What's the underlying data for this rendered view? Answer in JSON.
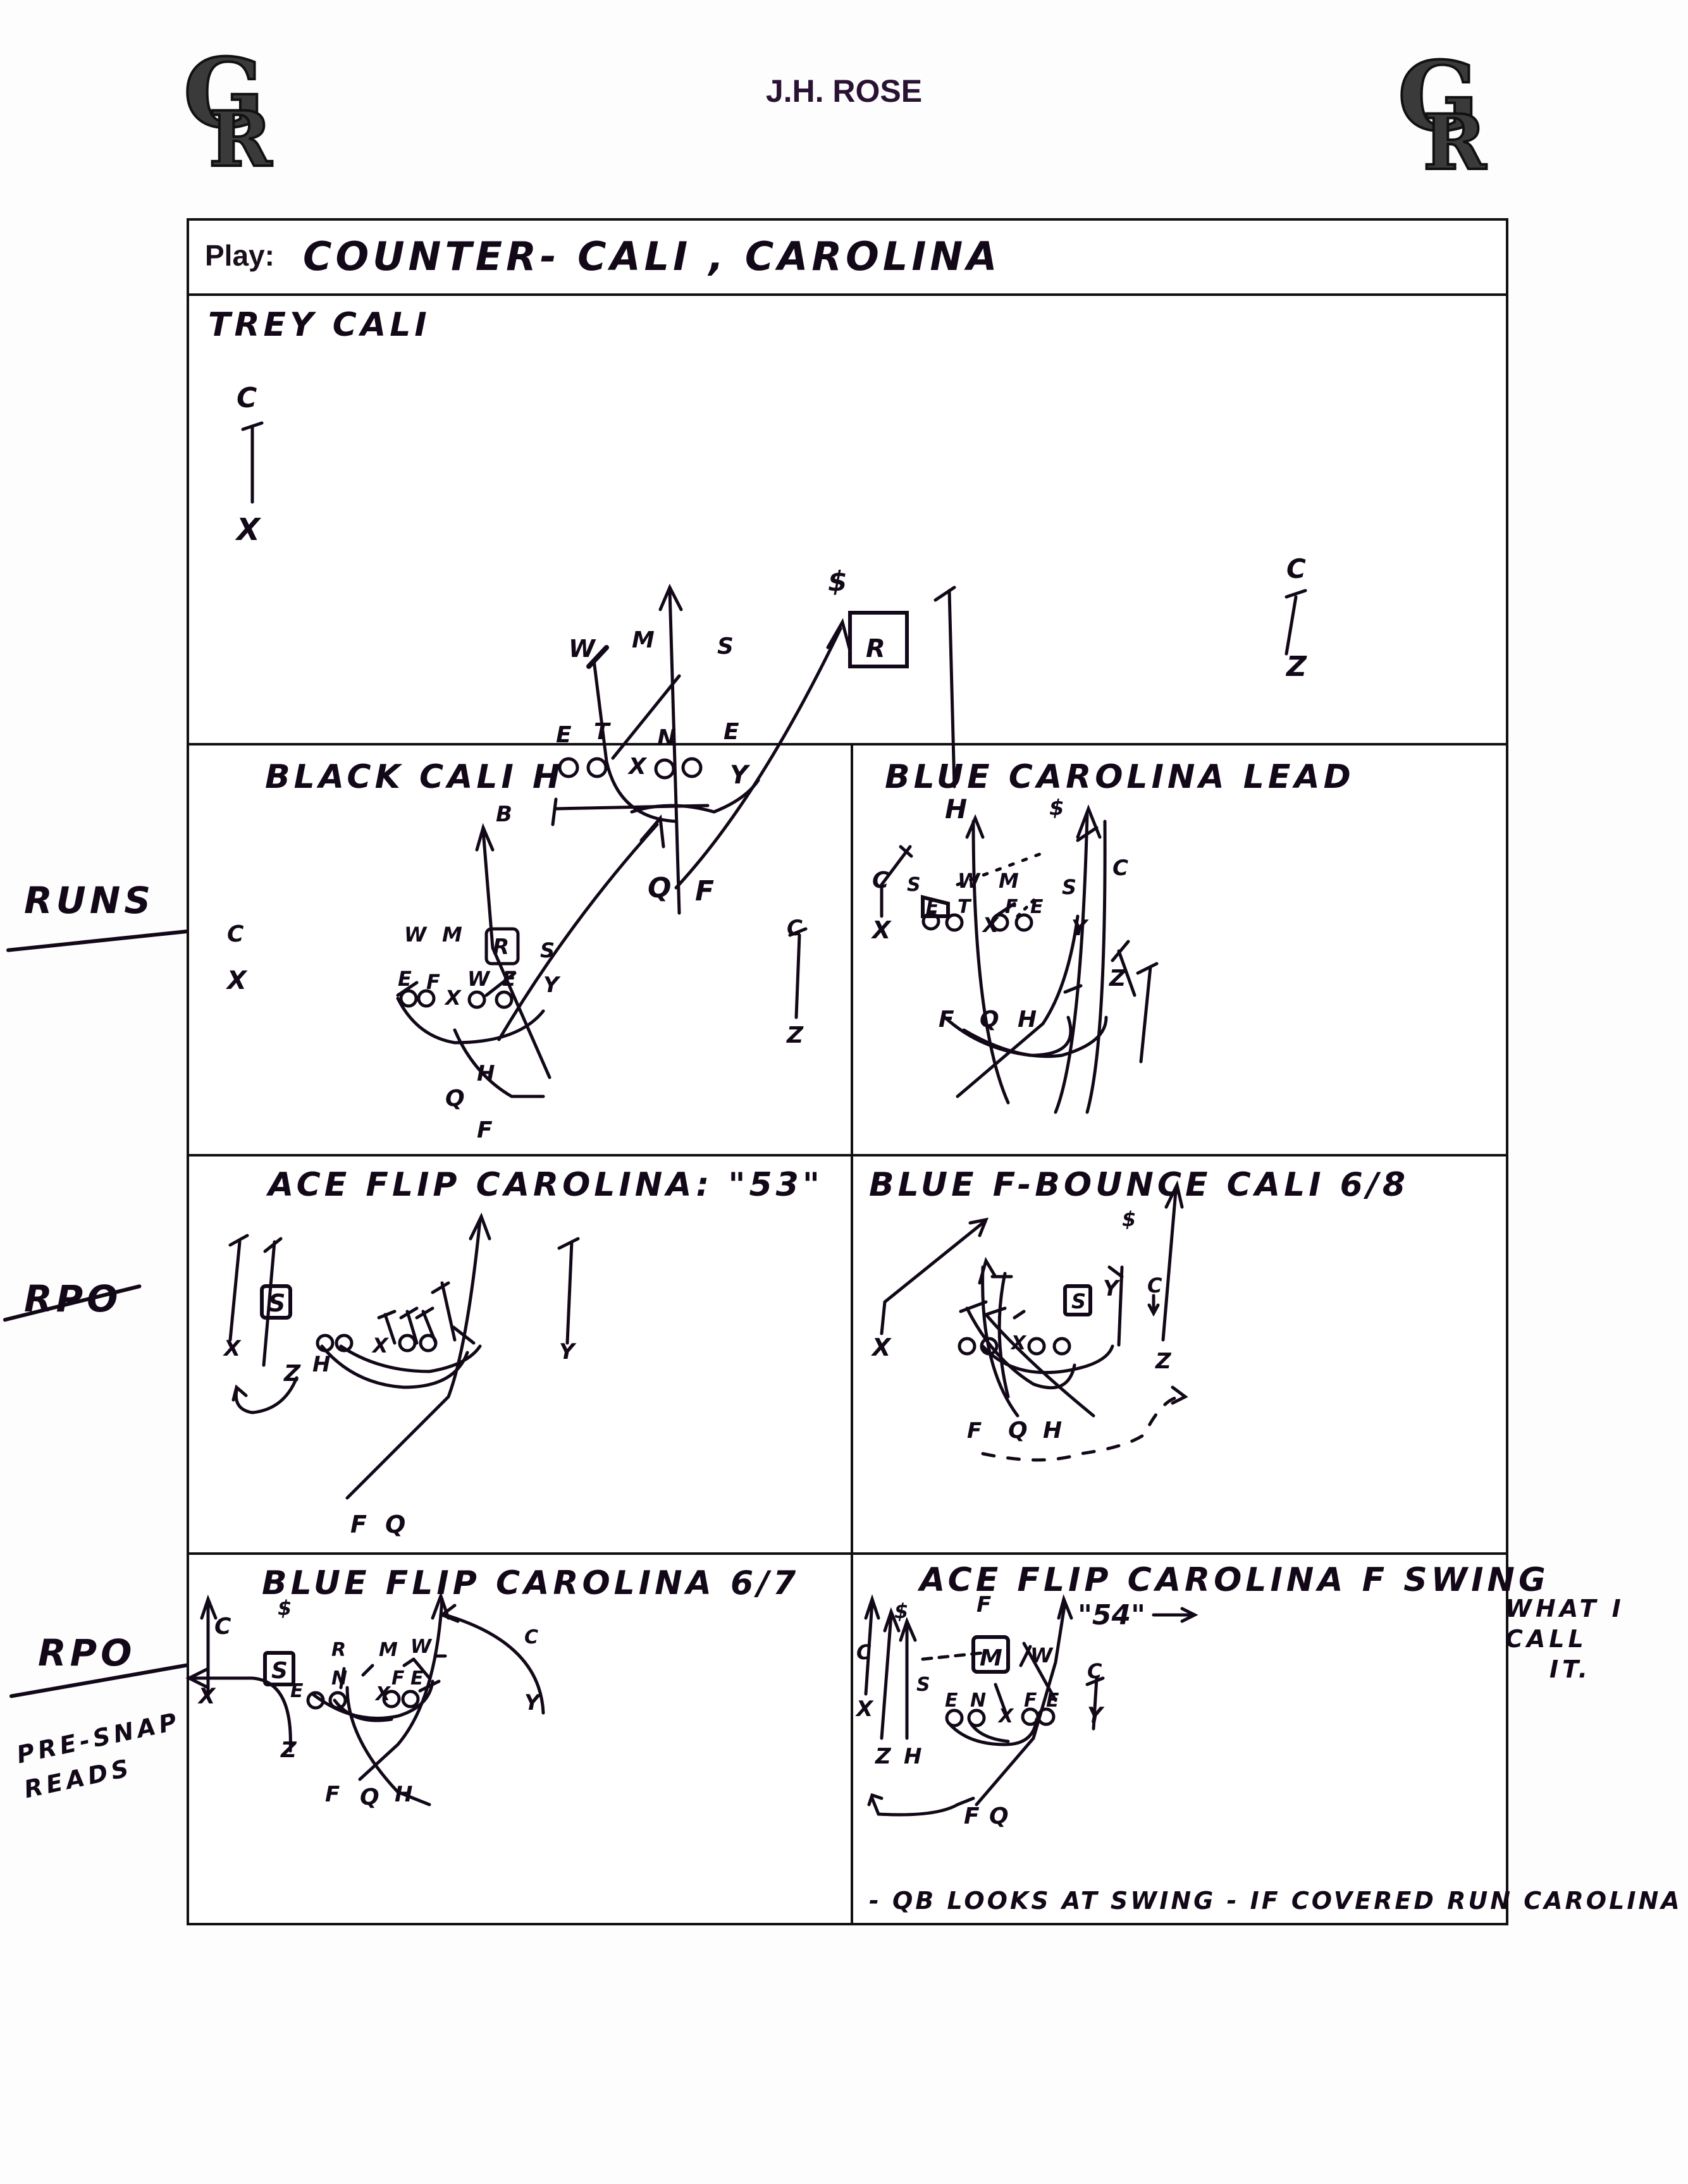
{
  "header": {
    "school_name": "J.H. ROSE",
    "logo_left": "GR",
    "logo_right": "GR"
  },
  "play": {
    "label": "Play:",
    "value": "COUNTER- CALI , CAROLINA"
  },
  "margin_labels": {
    "runs": "RUNS",
    "rpo_1": "RPO",
    "rpo_2": "RPO",
    "pre_snap_line1": "PRE-SNAP",
    "pre_snap_line2": "READS"
  },
  "cells": [
    {
      "id": "trey-cali",
      "title": "TREY CALI",
      "players": [
        "C",
        "X",
        "W",
        "M",
        "S",
        "E",
        "T",
        "N",
        "E",
        "Y",
        "R",
        "$",
        "H",
        "C",
        "Z",
        "Q",
        "F"
      ]
    },
    {
      "id": "black-cali-h",
      "title": "BLACK CALI H",
      "players": [
        "C",
        "X",
        "W",
        "M",
        "R",
        "B",
        "E",
        "F",
        "W",
        "E",
        "S",
        "Y",
        "C",
        "Z",
        "H",
        "Q",
        "F"
      ]
    },
    {
      "id": "blue-carolina-lead",
      "title": "BLUE CAROLINA LEAD",
      "players": [
        "C",
        "X",
        "S",
        "W",
        "M",
        "$",
        "E",
        "T",
        "F",
        "E",
        "S",
        "Y",
        "C",
        "Z",
        "F",
        "Q",
        "H"
      ]
    },
    {
      "id": "ace-flip-carolina-53",
      "title": "ACE FLIP CAROLINA: \"53\"",
      "players": [
        "X",
        "Z",
        "H",
        "S",
        "Y",
        "F",
        "Q"
      ]
    },
    {
      "id": "blue-f-bounce-cali-68",
      "title": "BLUE F-BOUNCE CALI 6/8",
      "players": [
        "X",
        "$",
        "S",
        "Y",
        "C",
        "Z",
        "F",
        "Q",
        "H"
      ]
    },
    {
      "id": "blue-flip-carolina-67",
      "title": "BLUE FLIP CAROLINA 6/7",
      "players": [
        "C",
        "X",
        "Z",
        "$",
        "S",
        "E",
        "R",
        "N",
        "M",
        "F",
        "W",
        "E",
        "C",
        "Y",
        "F",
        "Q",
        "H"
      ]
    },
    {
      "id": "ace-flip-carolina-f-swing",
      "title": "ACE FLIP CAROLINA F SWING",
      "players": [
        "C",
        "X",
        "Z",
        "$",
        "H",
        "S",
        "F",
        "M",
        "E",
        "N",
        "F",
        "W",
        "E",
        "C",
        "Y",
        "F",
        "Q"
      ],
      "callout": "\"54\"",
      "note": "- QB LOOKS AT SWING - IF COVERED RUN CAROLINA"
    }
  ],
  "side_note": {
    "line1": "WHAT I CALL",
    "line2": "IT."
  },
  "colors": {
    "ink": "#120818",
    "border": "#111111",
    "paper": "#fdfdfd"
  }
}
